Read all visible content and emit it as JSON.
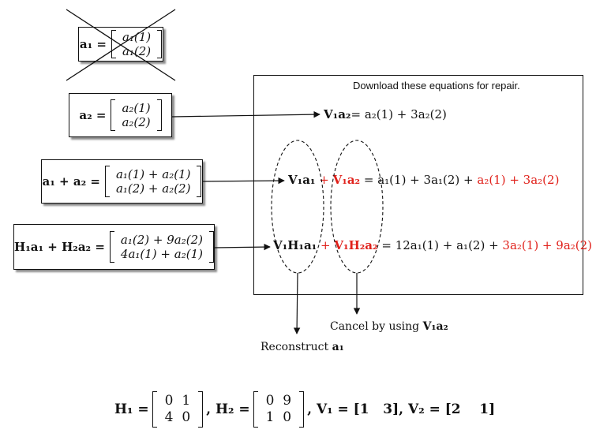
{
  "boxes": {
    "a1": {
      "lhs": "a₁ =",
      "r1": "a₁(1)",
      "r2": "a₁(2)"
    },
    "a2": {
      "lhs": "a₂ =",
      "r1": "a₂(1)",
      "r2": "a₂(2)"
    },
    "sum": {
      "lhs": "a₁ + a₂ =",
      "r1": "a₁(1) + a₂(1)",
      "r2": "a₁(2) + a₂(2)"
    },
    "hsum": {
      "lhs": "H₁a₁ + H₂a₂ =",
      "r1": "a₁(2) + 9a₂(2)",
      "r2": "4a₁(1) + a₂(1)"
    }
  },
  "panel": {
    "note": "Download these equations for repair.",
    "eq1": {
      "lhs": "V₁a₂",
      "rhs": "= a₂(1) + 3a₂(2)"
    },
    "eq2": {
      "t1": "V₁a₁",
      "plus": " + ",
      "t2": "V₁a₂",
      "rhs_black": " = a₁(1) + 3a₁(2) + ",
      "rhs_red": "a₂(1) + 3a₂(2)"
    },
    "eq3": {
      "t1": "V₁H₁a₁",
      "plus": " + ",
      "t2": "V₁H₂a₂",
      "rhs_black": " = 12a₁(1) + a₁(2) + ",
      "rhs_red": "3a₂(1) + 9a₂(2)"
    }
  },
  "labels": {
    "cancel_prefix": "Cancel by using ",
    "cancel_term": "V₁a₂",
    "reconstruct_prefix": "Reconstruct ",
    "reconstruct_term": "a₁"
  },
  "bottom": {
    "h1_lhs": "H₁ =",
    "h1": [
      [
        "0",
        "1"
      ],
      [
        "4",
        "0"
      ]
    ],
    "h2_lhs": ", H₂ =",
    "h2": [
      [
        "0",
        "9"
      ],
      [
        "1",
        "0"
      ]
    ],
    "rest": ", V₁ = [1   3], V₂ = [2    1]"
  },
  "colors": {
    "highlight": "#e0201a",
    "ink": "#111111"
  }
}
